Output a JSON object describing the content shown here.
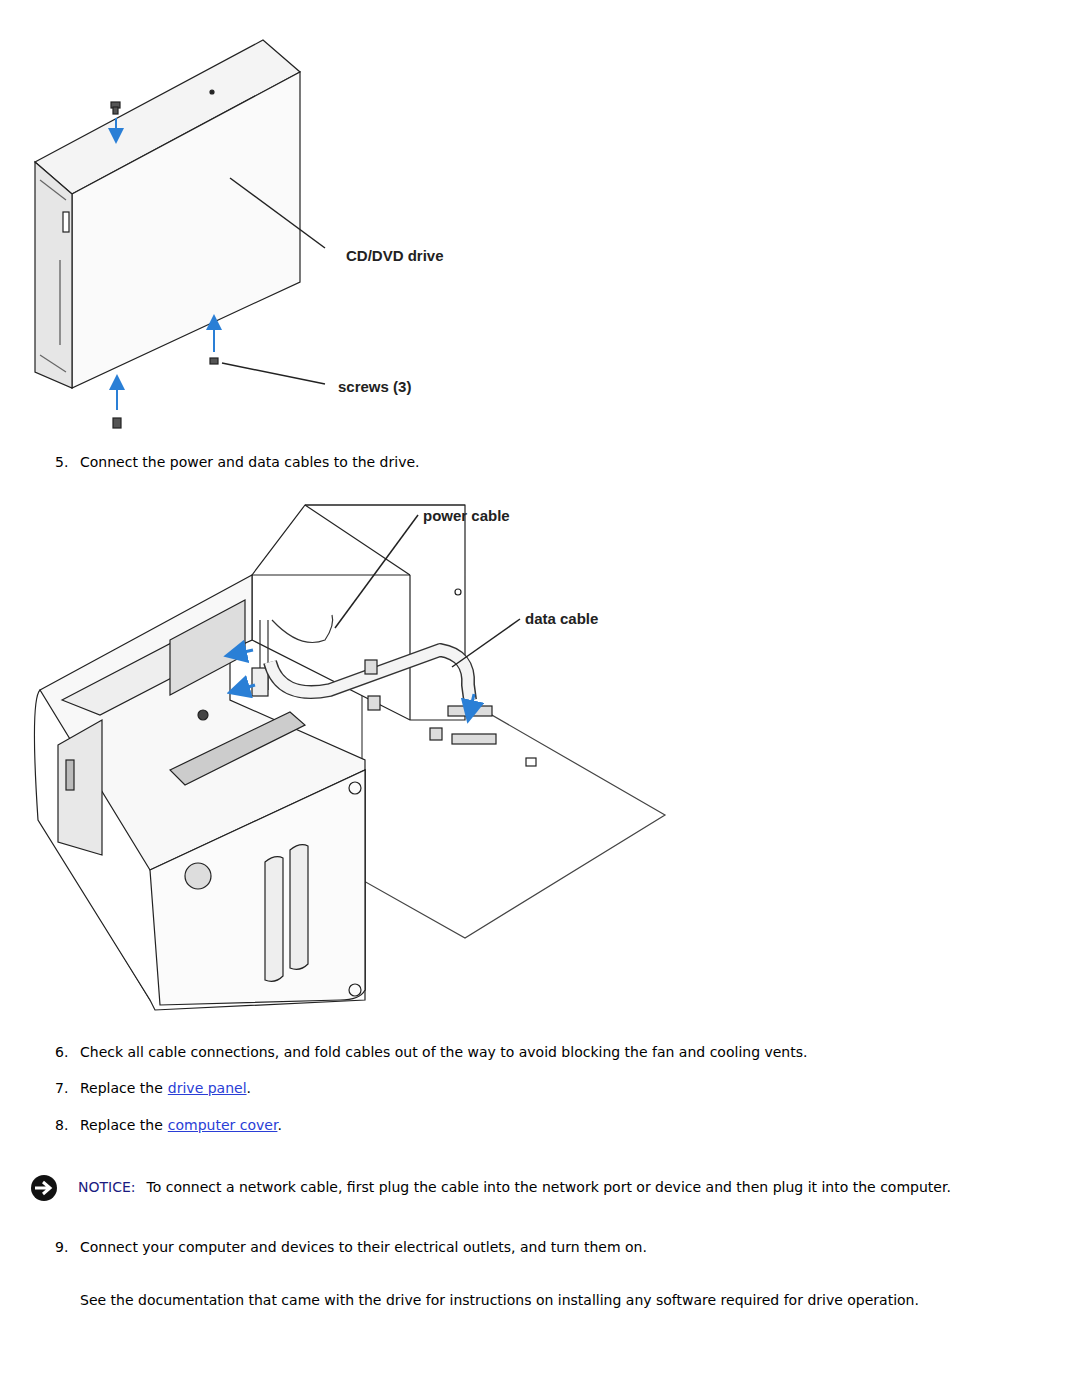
{
  "diagram": {
    "labels": [
      "CD/DVD drive",
      "screws (3)",
      "5.",
      "Connect the power and data cables to the drive.",
      "power cable",
      "data cable",
      "6.",
      "Check all cable connections, and fold cables out of the way to avoid blocking the fan and cooling vents.",
      "7.",
      "Replace the",
      "drive panel",
      ".",
      "8.",
      "Replace the",
      "computer cover",
      ".",
      "NOTICE:",
      "To connect a network cable, first plug the cable into the network port or device and then plug it into the computer.",
      "9.",
      "Connect your computer and devices to their electrical outlets, and turn them on.",
      "See the documentation that came with the drive for instructions on installing any software required for drive operation."
    ]
  }
}
